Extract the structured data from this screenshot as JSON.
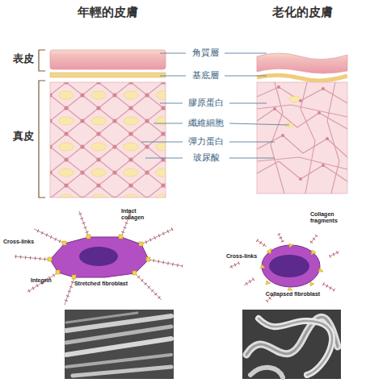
{
  "diagram": {
    "nodes": [
      {
        "text": [
          "年輕的皮膚"
        ]
      },
      {
        "text": [
          "老化的皮膚"
        ]
      },
      {
        "text": [
          "Stretched fibroblast"
        ]
      },
      {
        "text": [
          "Collapsed fibroblast"
        ]
      }
    ],
    "labels": [
      "表皮",
      "真皮",
      "角質層",
      "基底層",
      "膠原蛋白",
      "纖維細胞",
      "彈力蛋白",
      "玻尿酸",
      "Cross-links",
      "Intact collagen",
      "Integrin",
      "Collagen fragments",
      "Cross-links"
    ]
  }
}
